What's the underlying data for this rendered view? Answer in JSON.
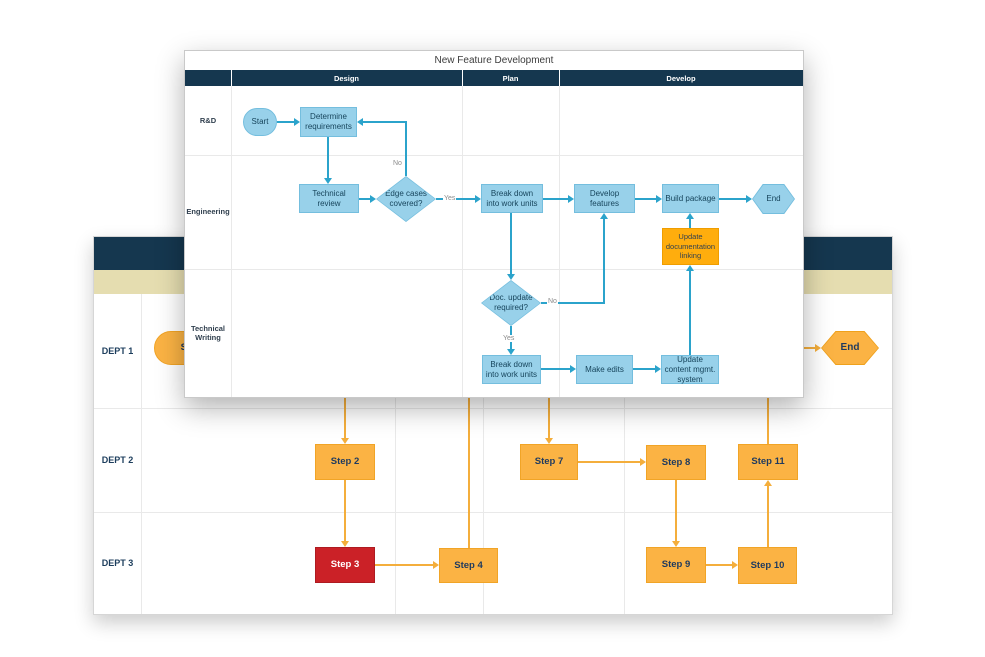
{
  "foreground": {
    "title": "New Feature Development",
    "columns": [
      {
        "label": "Design"
      },
      {
        "label": "Plan"
      },
      {
        "label": "Develop"
      }
    ],
    "lanes": [
      {
        "label": "R&D"
      },
      {
        "label": "Engineering"
      },
      {
        "label": "Technical Writing"
      }
    ],
    "nodes": {
      "start": "Start",
      "determine_requirements": "Determine requirements",
      "technical_review": "Technical review",
      "edge_cases_covered": "Edge cases covered?",
      "break_down_work_units_eng": "Break down into work units",
      "develop_features": "Develop features",
      "build_package": "Build package",
      "end": "End",
      "update_documentation_linking": "Update documentation linking",
      "doc_update_required": "Doc. update required?",
      "break_down_work_units_tw": "Break down into work units",
      "make_edits": "Make edits",
      "update_content_mgmt_system": "Update content mgmt. system"
    },
    "branch_labels": {
      "no_top": "No",
      "yes_top": "Yes",
      "no_bottom": "No",
      "yes_bottom": "Yes"
    }
  },
  "background": {
    "lanes": [
      {
        "label": "DEPT 1"
      },
      {
        "label": "DEPT 2"
      },
      {
        "label": "DEPT 3"
      }
    ],
    "nodes": {
      "start": "Start",
      "step2": "Step 2",
      "step3": "Step 3",
      "step4": "Step 4",
      "step7": "Step 7",
      "step8": "Step 8",
      "step9": "Step 9",
      "step10": "Step 10",
      "step11": "Step 11",
      "end": "End"
    }
  },
  "colors": {
    "header_navy": "#15374F",
    "phase_tan": "#E5DDB0",
    "node_blue": "#98D1EA",
    "connector_teal": "#2BA3CB",
    "node_orange": "#FBB344",
    "accent_orange": "#FFAD0D",
    "connector_orange": "#F4AE3C",
    "node_red": "#CB2127"
  }
}
